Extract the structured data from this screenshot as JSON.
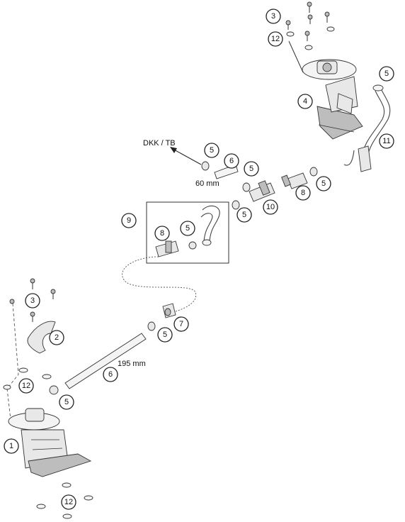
{
  "callouts": {
    "c1": "1",
    "c2": "2",
    "c3a": "3",
    "c3b": "3",
    "c4": "4",
    "c5a": "5",
    "c5b": "5",
    "c5c": "5",
    "c5d": "5",
    "c5e": "5",
    "c5f": "5",
    "c5g": "5",
    "c5h": "5",
    "c6a": "6",
    "c6b": "6",
    "c7": "7",
    "c8a": "8",
    "c8b": "8",
    "c9": "9",
    "c10": "10",
    "c11": "11",
    "c12a": "12",
    "c12b": "12",
    "c12c": "12"
  },
  "labels": {
    "destination": "DKK / TB",
    "length_short": "60 mm",
    "length_long": "195 mm"
  },
  "colors": {
    "line": "#222222",
    "part_fill": "#e8e8e8",
    "background": "#ffffff"
  }
}
